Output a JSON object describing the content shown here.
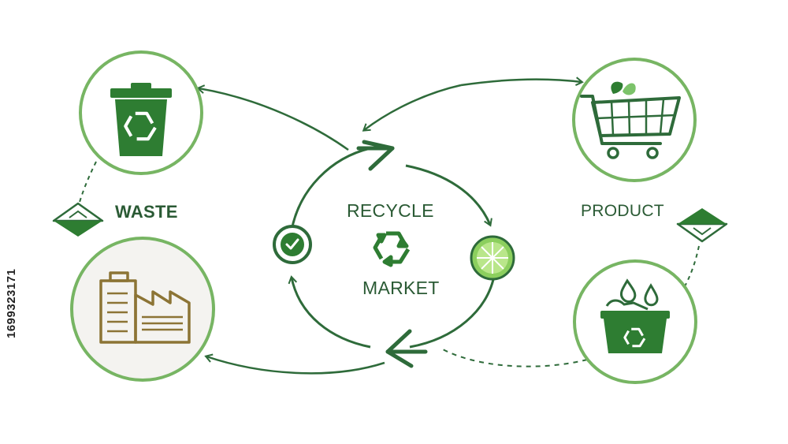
{
  "labels": {
    "waste": "WASTE",
    "product": "PRODUCT",
    "recycle": "RECYCLE",
    "market": "MARKET"
  },
  "stock_id": "1699323171",
  "colors": {
    "dark_green": "#2e6b3a",
    "primary_green": "#2e7d32",
    "light_green": "#7cc36a",
    "ring_green": "#77b563",
    "factory_brown": "#8c7435",
    "label_text": "#2a5a34"
  },
  "icons": {
    "waste": "recycle-bin-icon",
    "product": "shopping-cart-icon",
    "factory": "factory-icon",
    "compost": "compost-basket-icon",
    "check": "check-icon",
    "lime": "lime-slice-icon",
    "recycle": "recycle-symbol-icon"
  }
}
